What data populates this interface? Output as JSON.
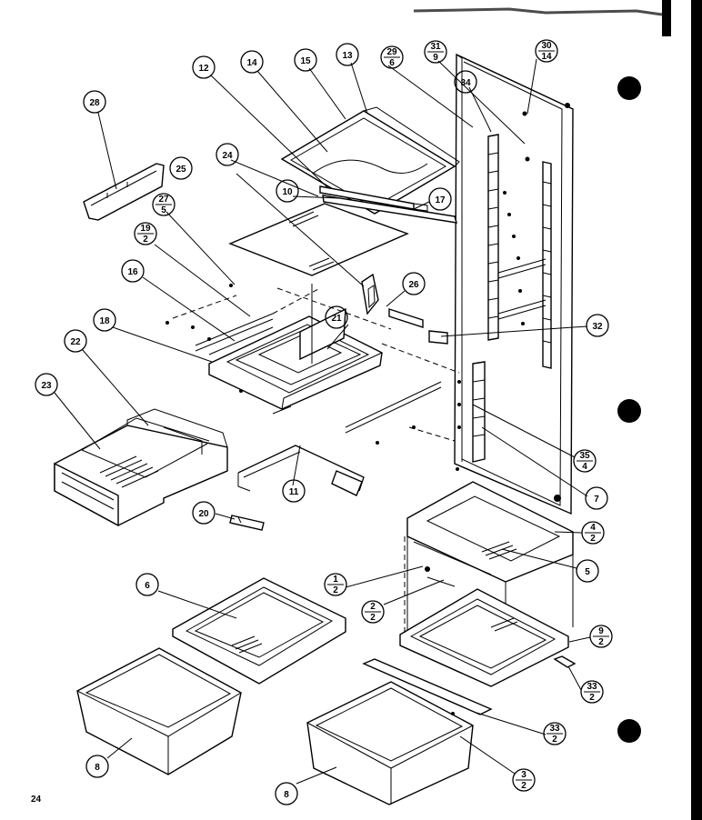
{
  "page_number": "24",
  "labels": {
    "l1": {
      "top": "1",
      "bottom": "2"
    },
    "l2": {
      "top": "2",
      "bottom": "2"
    },
    "l3": {
      "top": "3",
      "bottom": "2"
    },
    "l4": {
      "top": "4",
      "bottom": "2"
    },
    "l5": "5",
    "l6": "6",
    "l7": "7",
    "l8a": "8",
    "l8b": "8",
    "l9": {
      "top": "9",
      "bottom": "2"
    },
    "l10": "10",
    "l11": "11",
    "l12": "12",
    "l13": "13",
    "l14": "14",
    "l15": "15",
    "l16": "16",
    "l17": "17",
    "l18": "18",
    "l19": {
      "top": "19",
      "bottom": "2"
    },
    "l20": "20",
    "l21": "21",
    "l22": "22",
    "l23": "23",
    "l24": "24",
    "l25": "25",
    "l26": "26",
    "l27": {
      "top": "27",
      "bottom": "5"
    },
    "l28": "28",
    "l29": {
      "top": "29",
      "bottom": "6"
    },
    "l30": {
      "top": "30",
      "bottom": "14"
    },
    "l31": {
      "top": "31",
      "bottom": "9"
    },
    "l32": "32",
    "l33a": {
      "top": "33",
      "bottom": "2"
    },
    "l33b": {
      "top": "33",
      "bottom": "2"
    },
    "l34": "34",
    "l35": {
      "top": "35",
      "bottom": "4"
    }
  }
}
